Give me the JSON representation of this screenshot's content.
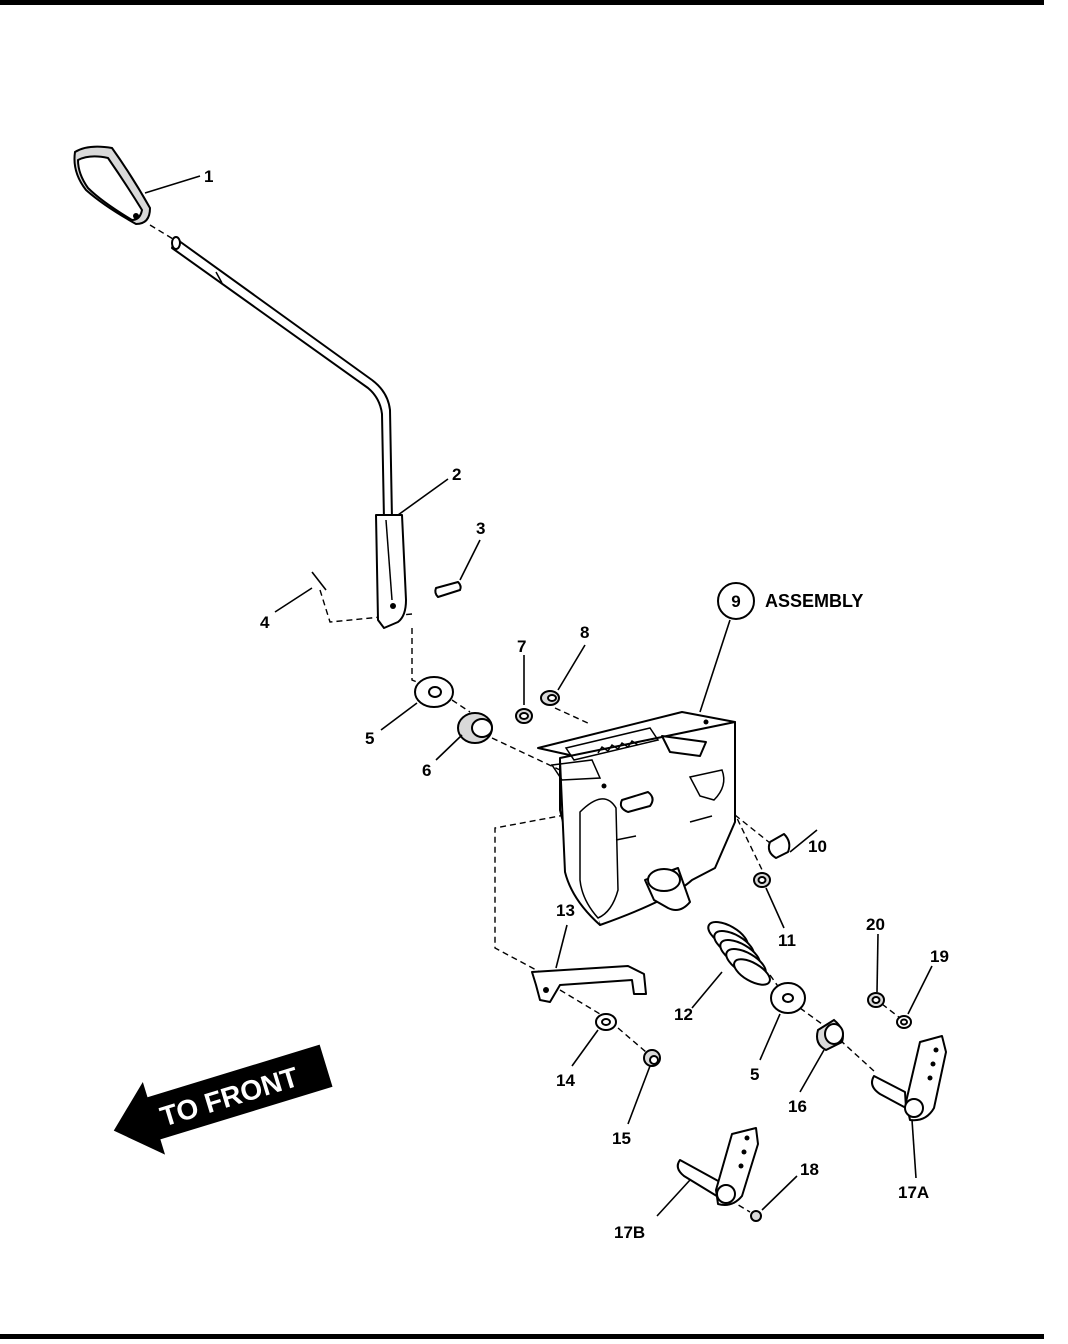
{
  "callouts": [
    {
      "id": "c1",
      "label": "1"
    },
    {
      "id": "c2",
      "label": "2"
    },
    {
      "id": "c3",
      "label": "3"
    },
    {
      "id": "c4",
      "label": "4"
    },
    {
      "id": "c5a",
      "label": "5"
    },
    {
      "id": "c6",
      "label": "6"
    },
    {
      "id": "c7",
      "label": "7"
    },
    {
      "id": "c8",
      "label": "8"
    },
    {
      "id": "c10",
      "label": "10"
    },
    {
      "id": "c11",
      "label": "11"
    },
    {
      "id": "c12",
      "label": "12"
    },
    {
      "id": "c13",
      "label": "13"
    },
    {
      "id": "c14",
      "label": "14"
    },
    {
      "id": "c15",
      "label": "15"
    },
    {
      "id": "c5b",
      "label": "5"
    },
    {
      "id": "c16",
      "label": "16"
    },
    {
      "id": "c17a",
      "label": "17A"
    },
    {
      "id": "c17b",
      "label": "17B"
    },
    {
      "id": "c18",
      "label": "18"
    },
    {
      "id": "c19",
      "label": "19"
    },
    {
      "id": "c20",
      "label": "20"
    }
  ],
  "assembly": {
    "number": "9",
    "label": "ASSEMBLY"
  },
  "direction_arrow": {
    "label": "TO FRONT"
  }
}
